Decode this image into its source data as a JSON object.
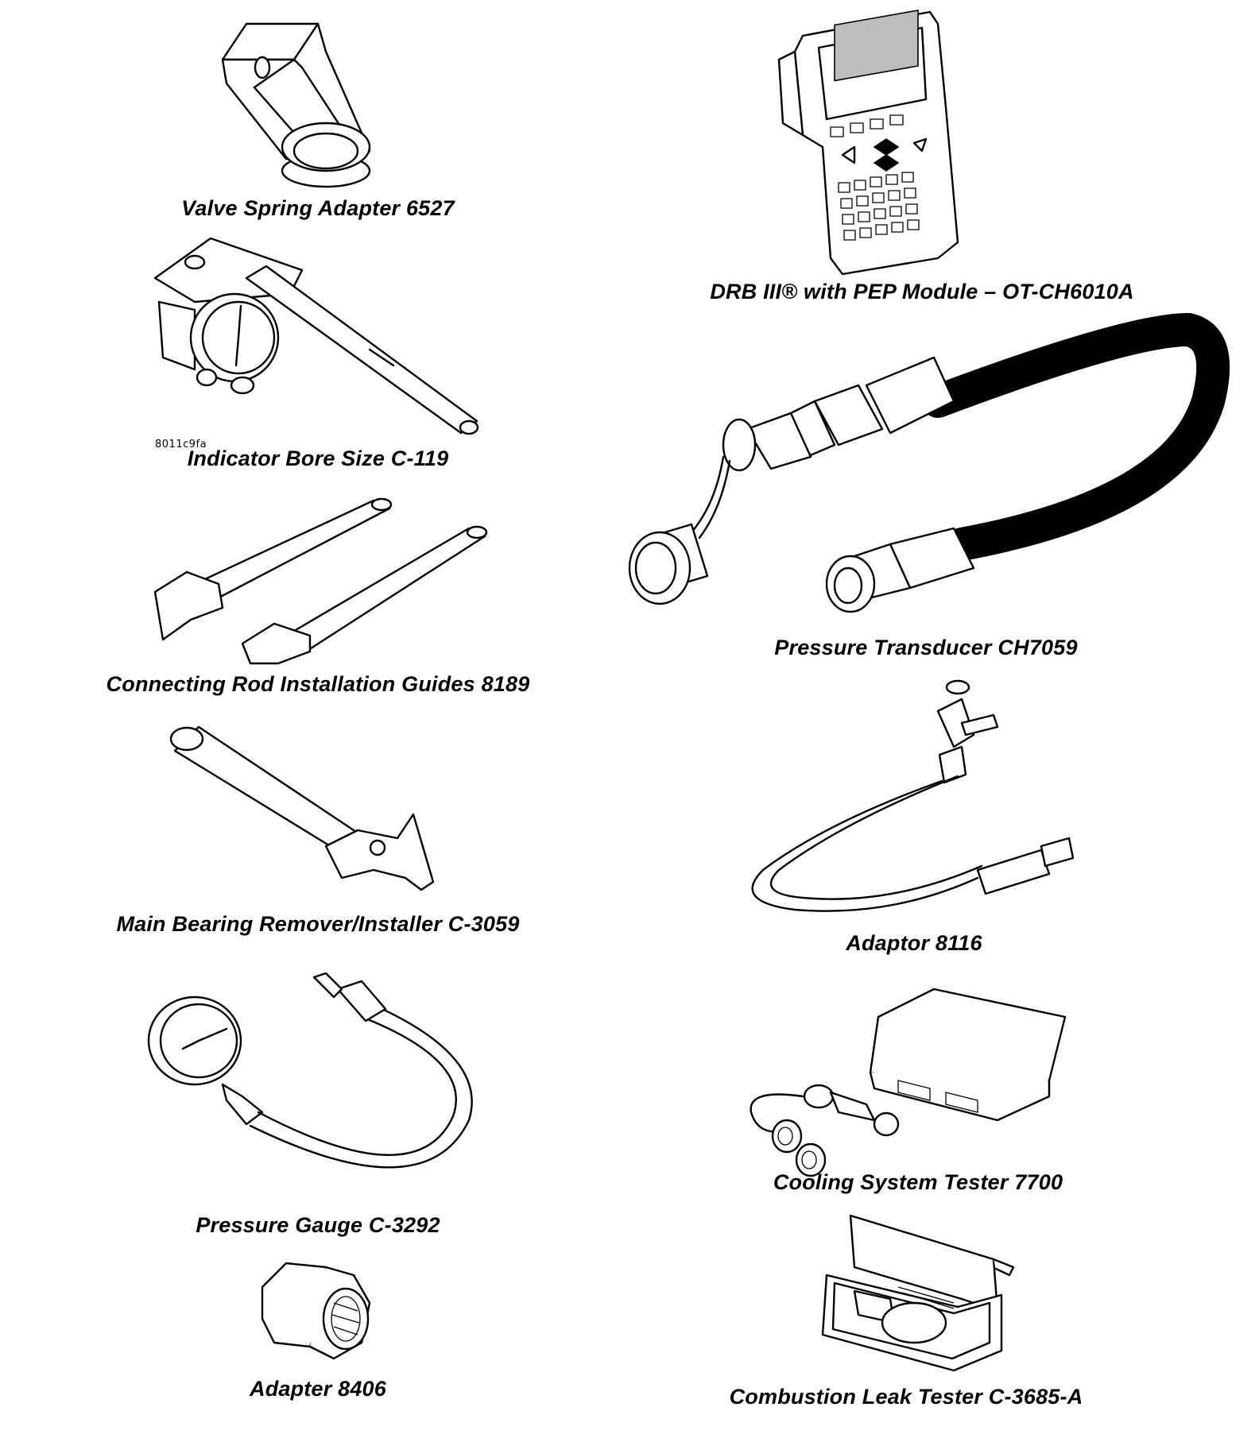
{
  "figure_code": "8011c9fa",
  "tools": [
    {
      "id": "valve-spring-adapter",
      "caption": "Valve Spring Adapter 6527"
    },
    {
      "id": "indicator-bore-size",
      "caption": "Indicator Bore Size C-119"
    },
    {
      "id": "connecting-rod-guides",
      "caption": "Connecting Rod Installation Guides 8189"
    },
    {
      "id": "main-bearing-tool",
      "caption": "Main Bearing Remover/Installer C-3059"
    },
    {
      "id": "pressure-gauge",
      "caption": "Pressure Gauge C-3292"
    },
    {
      "id": "adapter-8406",
      "caption": "Adapter 8406"
    },
    {
      "id": "drb-iii",
      "caption": "DRB III® with PEP Module – OT-CH6010A"
    },
    {
      "id": "pressure-transducer",
      "caption": "Pressure Transducer CH7059"
    },
    {
      "id": "adaptor-8116",
      "caption": "Adaptor 8116"
    },
    {
      "id": "cooling-system-tester",
      "caption": "Cooling System Tester 7700"
    },
    {
      "id": "combustion-leak-tester",
      "caption": "Combustion Leak Tester C-3685-A"
    }
  ]
}
